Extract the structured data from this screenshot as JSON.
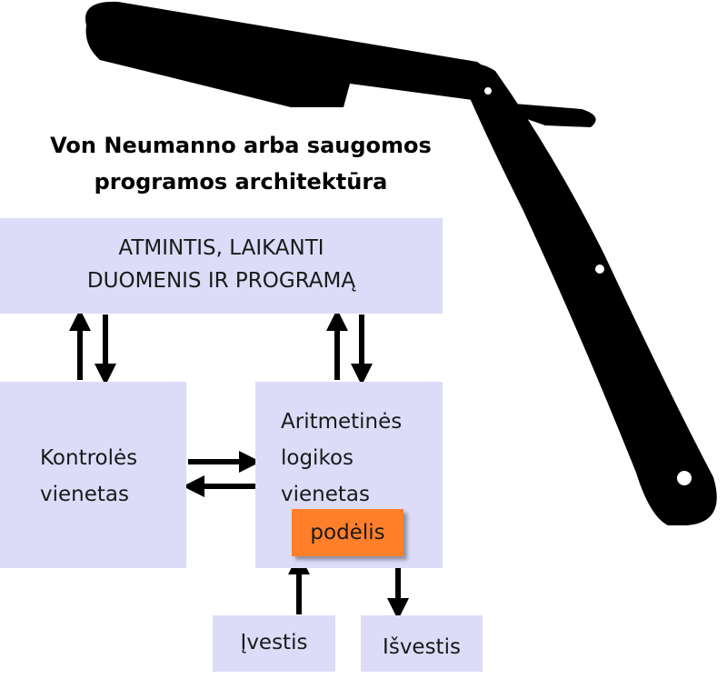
{
  "title": {
    "line1": "Von Neumanno arba saugomos",
    "line2": "programos architektūra"
  },
  "memory": {
    "line1": "ATMINTIS, LAIKANTI",
    "line2": "DUOMENIS IR PROGRAMĄ"
  },
  "control_unit": {
    "line1": "Kontrolės",
    "line2": "vienetas"
  },
  "alu": {
    "line1": "Aritmetinės",
    "line2": "logikos",
    "line3": "vienetas"
  },
  "accumulator": {
    "label": "podėlis"
  },
  "input": {
    "label": "Įvestis"
  },
  "output": {
    "label": "Išvestis"
  },
  "colors": {
    "box_fill": "#dcdcf8",
    "accumulator_fill": "#ff7f2a",
    "arrow": "#000000",
    "razor": "#000000"
  },
  "icons": {
    "background": "straight-razor-icon"
  }
}
